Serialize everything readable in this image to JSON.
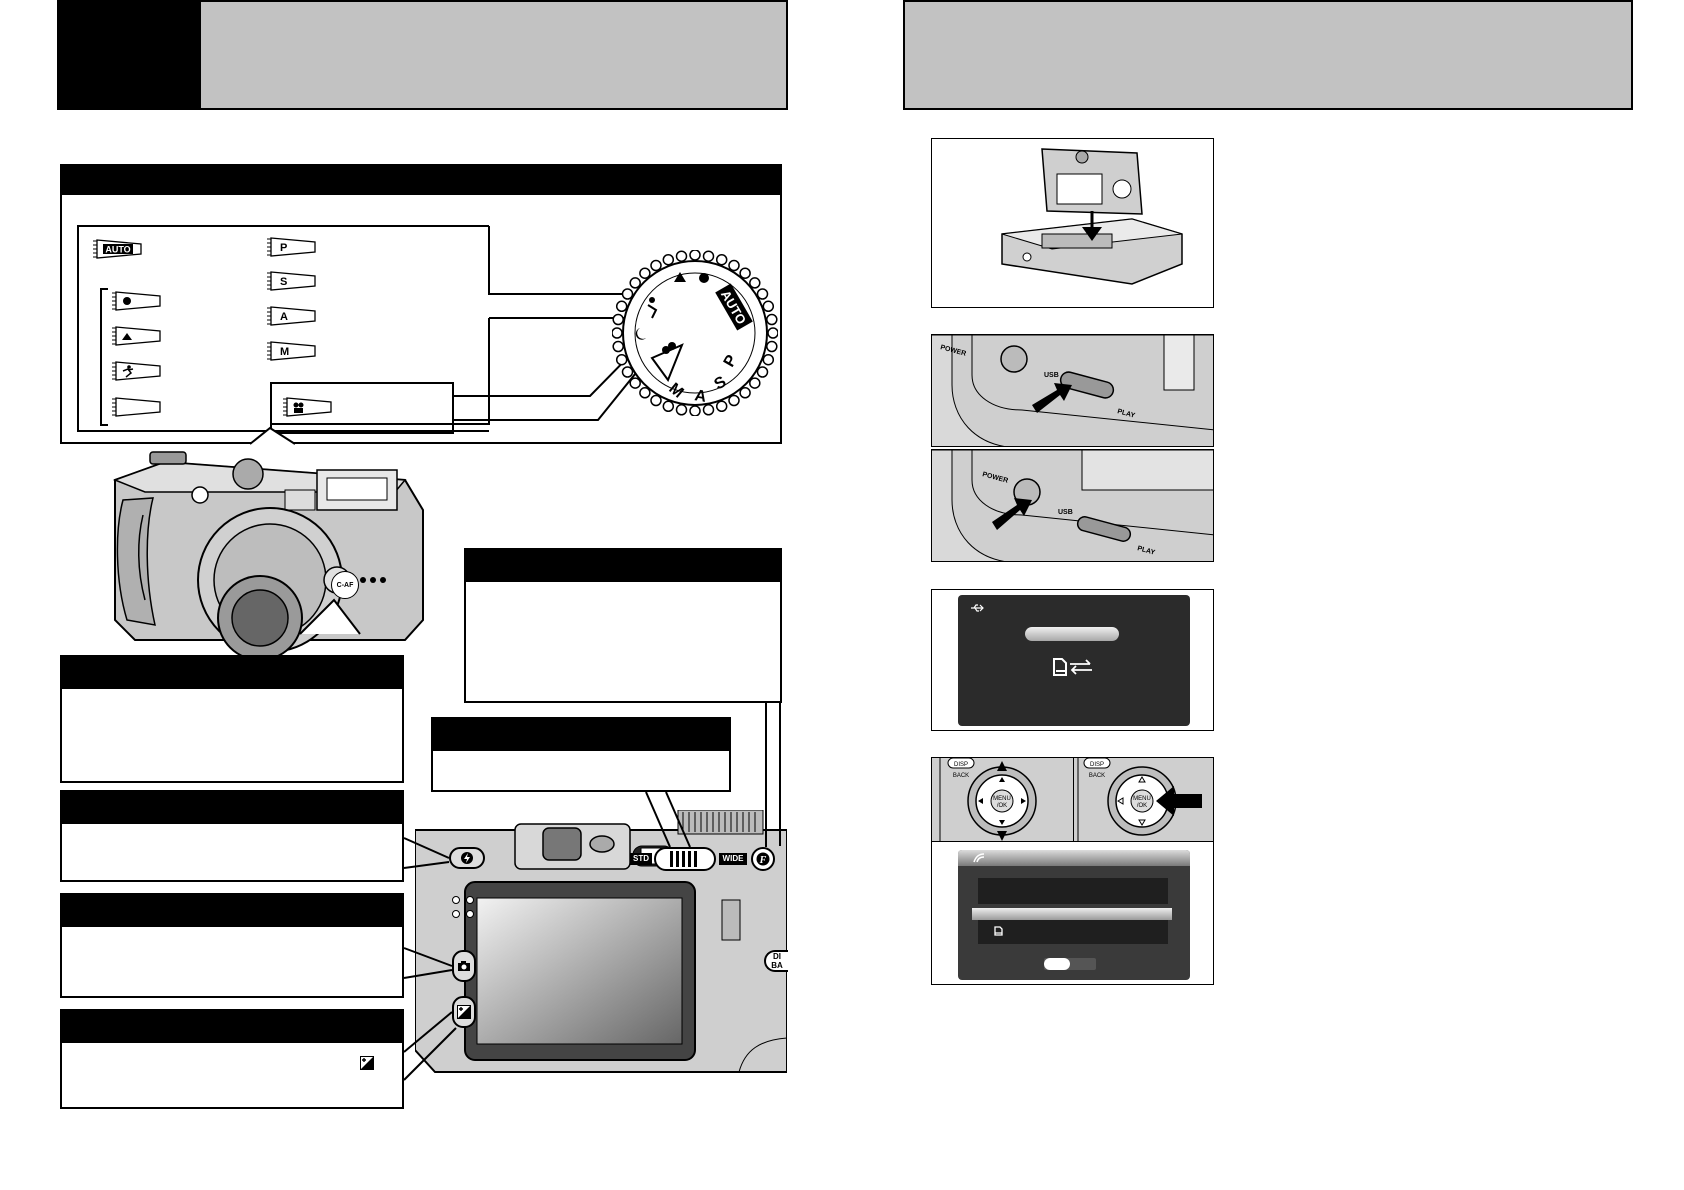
{
  "dial_labels": {
    "auto": "AUTO",
    "p": "P",
    "s": "S",
    "a": "A",
    "m": "M"
  },
  "camera_buttons": {
    "caf": "C-AF",
    "std": "STD",
    "wide": "WIDE",
    "disp_back": "DISP\nBACK",
    "disp_back_partial": "DI\nBA"
  },
  "dock_labels": {
    "power": "POWER",
    "usb": "USB",
    "play": "PLAY"
  },
  "pad_labels": {
    "menu_ok": "MENU\n/OK",
    "disp": "DISP",
    "back": "BACK"
  },
  "icons": {
    "usb": "usb-icon",
    "print_transfer": "print-transfer-icon",
    "pictbridge": "pictbridge-icon",
    "flash": "flash-icon",
    "exposure": "exposure-comp-icon",
    "fn": "f-button-icon"
  },
  "colors": {
    "header_grey": "#c2c2c2",
    "lcd": "#2b2b2b"
  }
}
